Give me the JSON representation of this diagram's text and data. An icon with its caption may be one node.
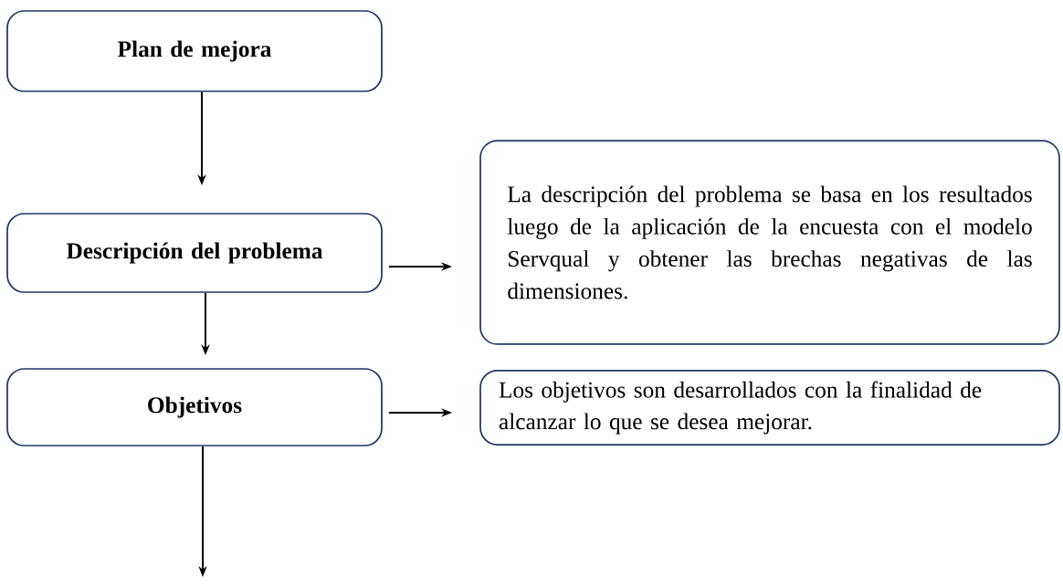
{
  "diagram": {
    "nodes": [
      {
        "text": [
          "Plan de mejora"
        ]
      },
      {
        "text": [
          "Descripción del problema"
        ]
      },
      {
        "text": [
          "La descripción del problema se basa en los resultados luego de la aplicación de la encuesta con el modelo Servqual y obtener las brechas negativas de las dimensiones."
        ]
      },
      {
        "text": [
          "Objetivos"
        ]
      },
      {
        "text": [
          "Los objetivos son desarrollados con la finalidad de alcanzar lo que se desea mejorar."
        ]
      }
    ],
    "edges": [
      {
        "from": 0,
        "to": 1,
        "arrow": "to"
      },
      {
        "from": 1,
        "to": 2,
        "arrow": "to"
      },
      {
        "from": 1,
        "to": 3,
        "arrow": "to"
      },
      {
        "from": 3,
        "to": 4,
        "arrow": "to"
      },
      {
        "from": 3,
        "to": null,
        "arrow": "to"
      }
    ]
  }
}
